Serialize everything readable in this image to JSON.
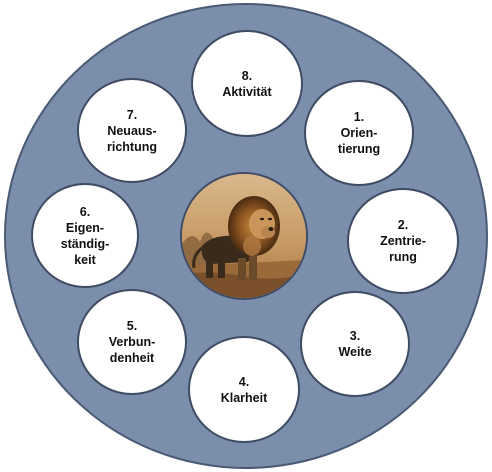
{
  "steps": [
    {
      "id": "orientierung",
      "label": "1.\nOrien-\ntierung"
    },
    {
      "id": "zentrierung",
      "label": "2.\nZentrie-\nrung"
    },
    {
      "id": "weite",
      "label": "3.\nWeite"
    },
    {
      "id": "klarheit",
      "label": "4.\nKlarheit"
    },
    {
      "id": "verbundenheit",
      "label": "5.\nVerbun-\ndenheit"
    },
    {
      "id": "eigenstaendigkeit",
      "label": "6.\nEigen-\nständig-\nkeit"
    },
    {
      "id": "neuausrichtung",
      "label": "7.\nNeuaus-\nrichtung"
    },
    {
      "id": "aktivitaet",
      "label": "8.\nAktivität"
    }
  ],
  "center_image": {
    "subject": "lion",
    "icon": "lion-photo-icon"
  },
  "colors": {
    "wheel_fill": "#7b8eac",
    "wheel_border": "#4a5a74",
    "node_fill": "#ffffff",
    "node_border": "#3f4c63",
    "text": "#111111"
  }
}
